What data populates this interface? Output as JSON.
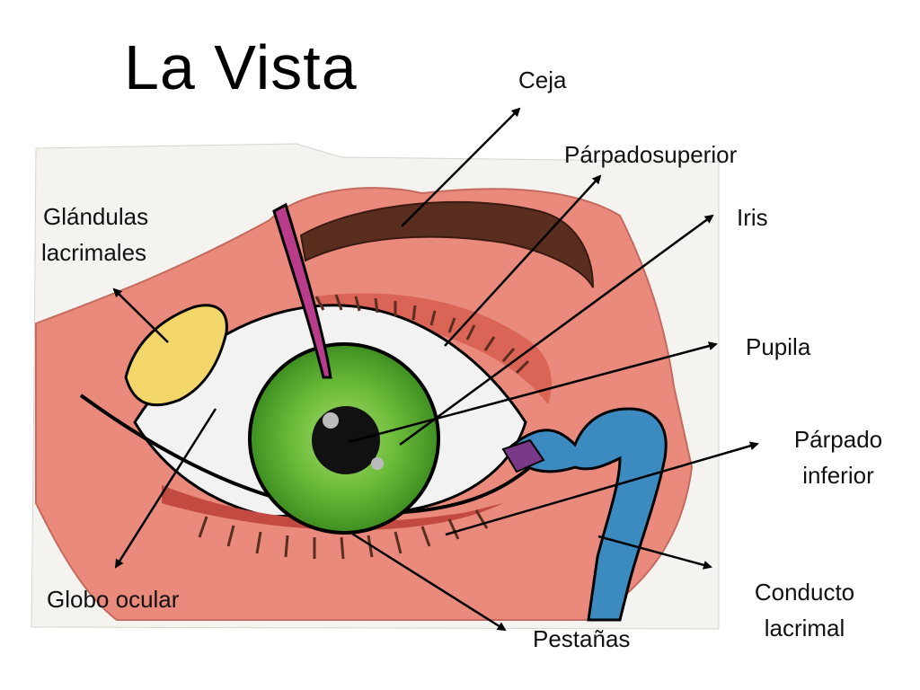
{
  "title": "La Vista",
  "labels": {
    "ceja": "Ceja",
    "parpado_superior": "Párpadosuperior",
    "iris": "Iris",
    "pupila": "Pupila",
    "parpado_inferior_1": "Párpado",
    "parpado_inferior_2": "inferior",
    "glandulas_1": "Glándulas",
    "glandulas_2": "lacrimales",
    "globo_ocular": "Globo ocular",
    "pestanas": "Pestañas",
    "conducto_1": "Conducto",
    "conducto_2": "lacrimal"
  },
  "colors": {
    "skin": "#e98a7c",
    "iris": "#5cb030",
    "eyebrow": "#5a2e1e",
    "gland": "#f2d66a",
    "duct": "#3b8bc0",
    "sclera": "#f2f2f2"
  }
}
